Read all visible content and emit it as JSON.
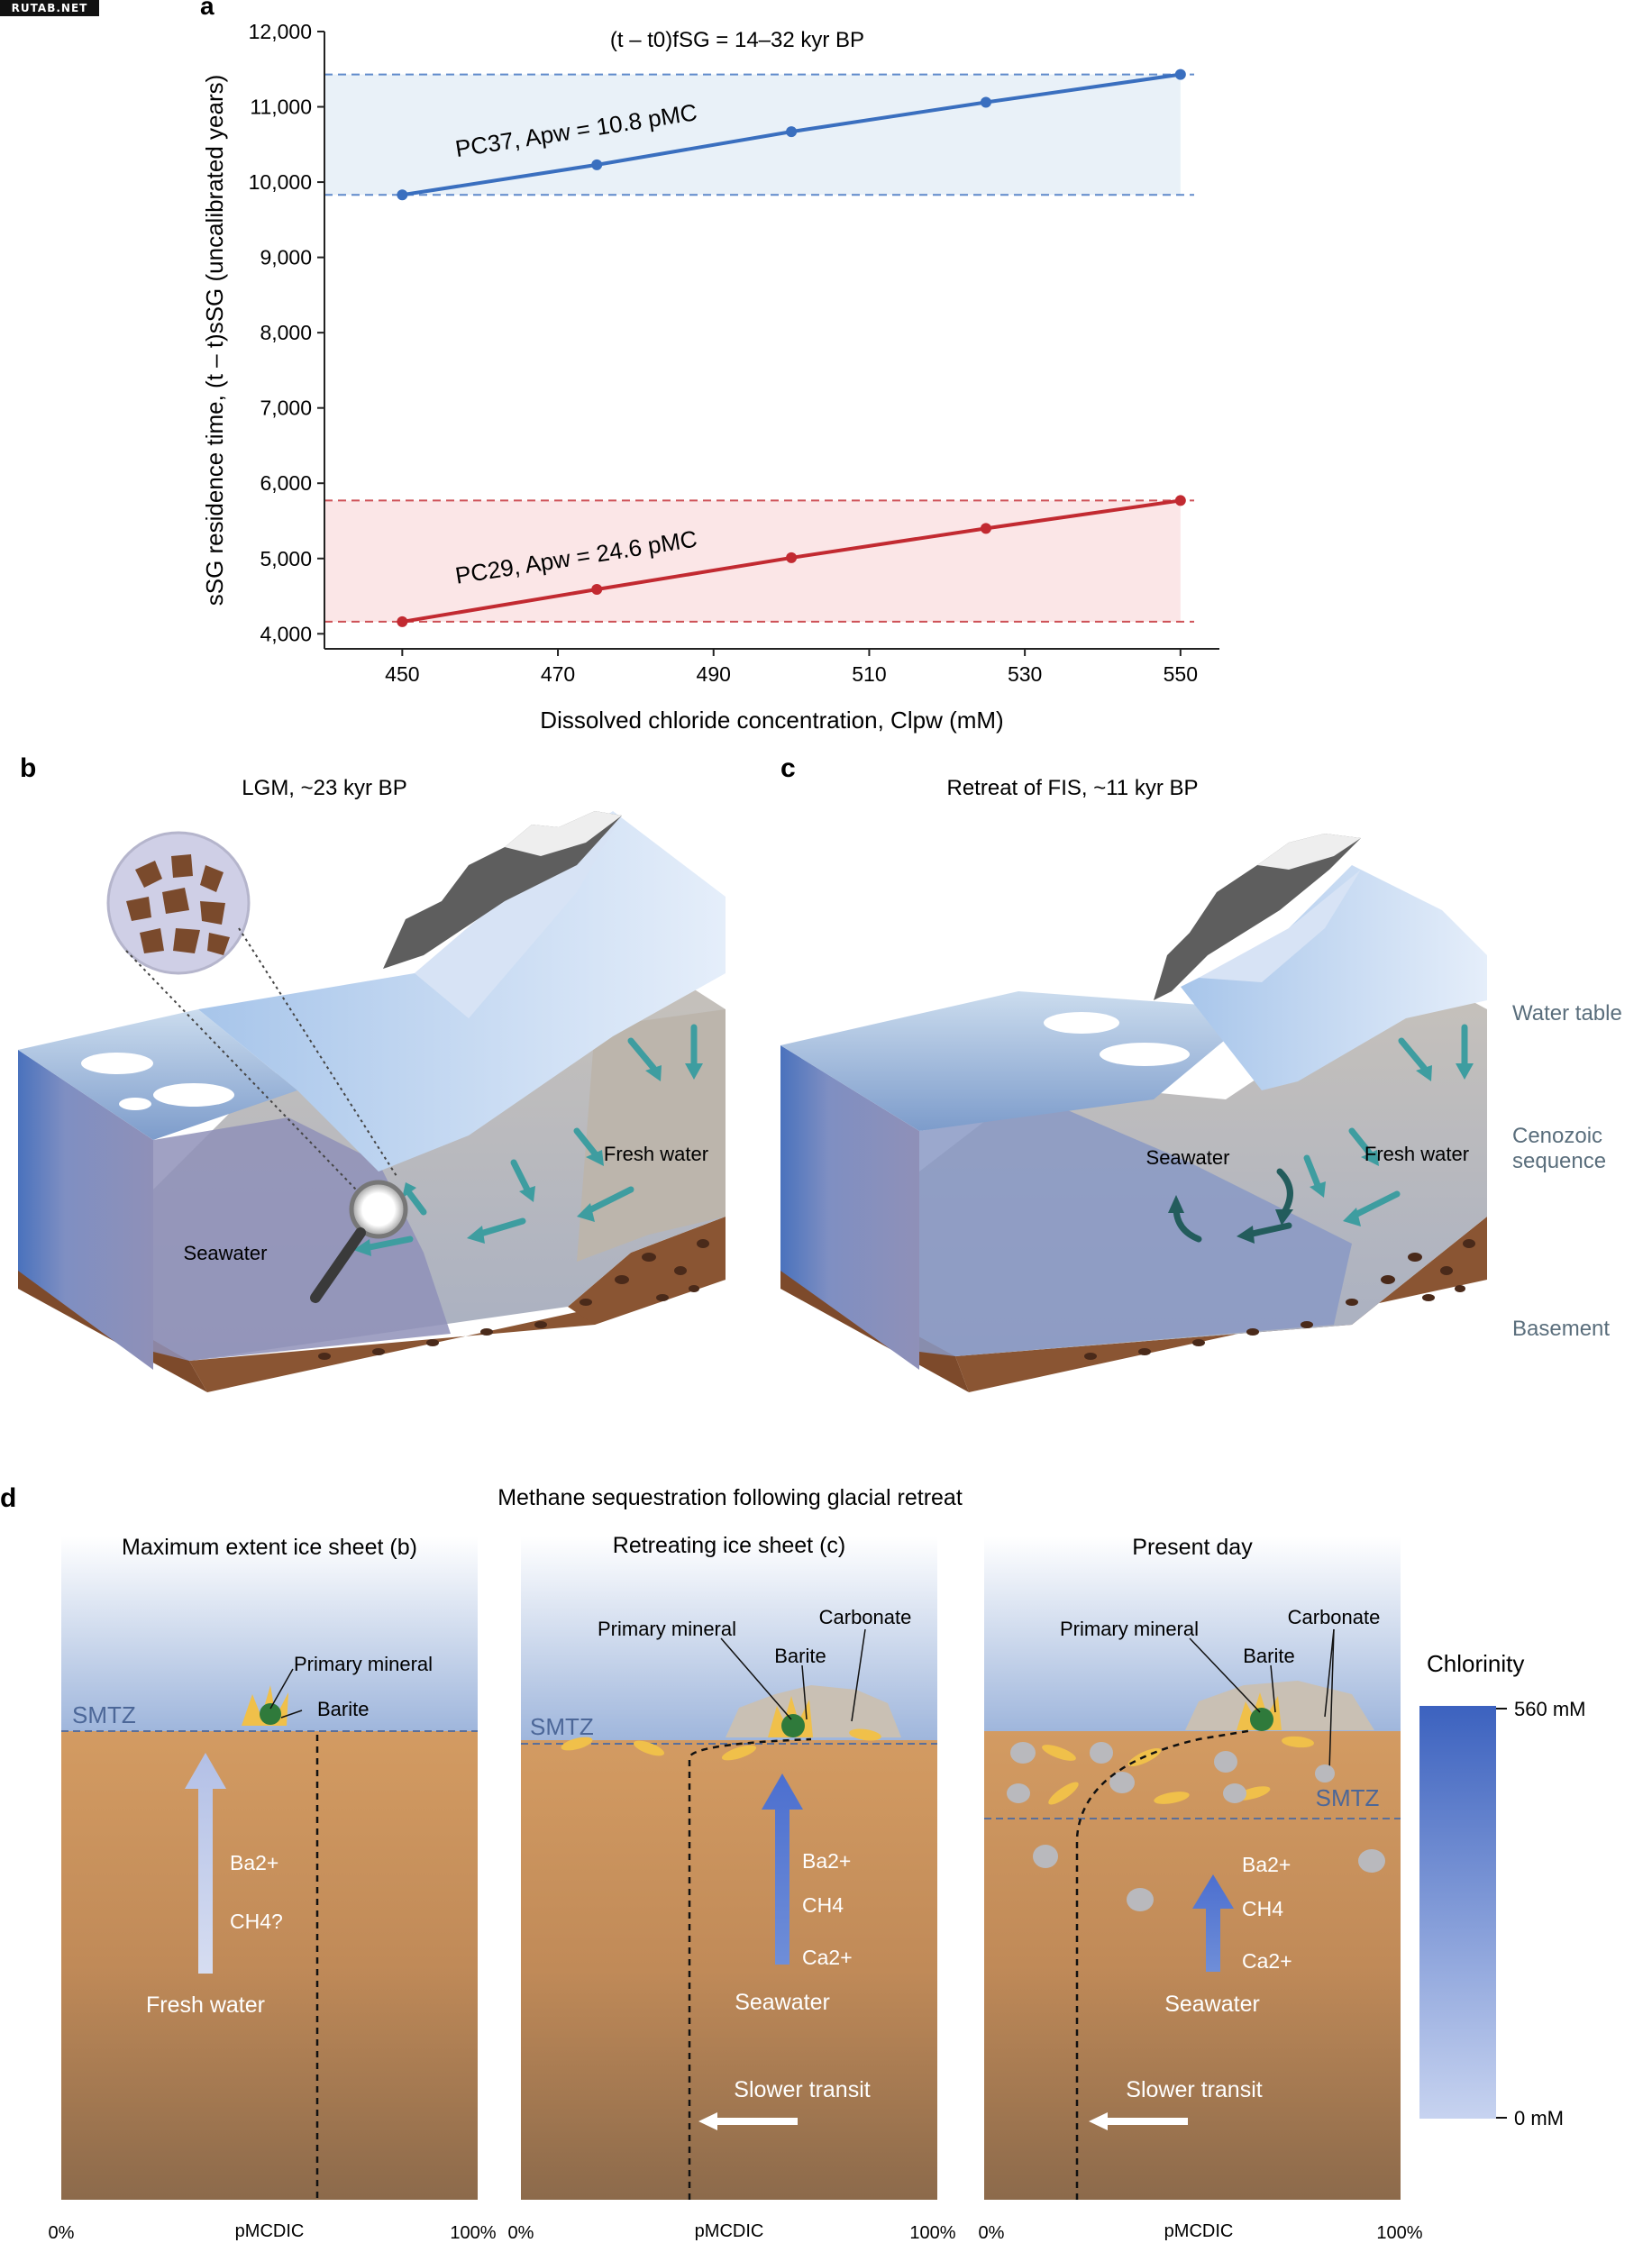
{
  "watermark": "RUTAB.NET",
  "panel_a": {
    "label": "a",
    "top_note": "(t – t0)fSG = 14–32 kyr BP",
    "chart_data": {
      "type": "line",
      "xlabel": "Dissolved chloride concentration, Clpw (mM)",
      "ylabel": "sSG residence time, (t – t)sSG (uncalibrated years)",
      "xlim": [
        440,
        555
      ],
      "ylim": [
        3800,
        12000
      ],
      "xticks": [
        450,
        470,
        490,
        510,
        530,
        550
      ],
      "yticks": [
        4000,
        5000,
        6000,
        7000,
        8000,
        9000,
        10000,
        11000,
        12000
      ],
      "ytick_labels": [
        "4,000",
        "5,000",
        "6,000",
        "7,000",
        "8,000",
        "9,000",
        "10,000",
        "11,000",
        "12,000"
      ],
      "grid": false,
      "series": [
        {
          "name": "PC37, Apw = 10.8 pMC",
          "color": "#3a6fbf",
          "band": "#e9f1f8",
          "x": [
            450,
            475,
            500,
            525,
            550
          ],
          "y": [
            9830,
            10230,
            10670,
            11060,
            11430
          ],
          "band_range": [
            9830,
            11430
          ]
        },
        {
          "name": "PC29, Apw = 24.6 pMC",
          "color": "#c22a31",
          "band": "#fbe6e7",
          "x": [
            450,
            475,
            500,
            525,
            550
          ],
          "y": [
            4160,
            4590,
            5010,
            5400,
            5770
          ],
          "band_range": [
            4160,
            5770
          ]
        }
      ]
    }
  },
  "panel_b": {
    "label": "b",
    "title": "LGM, ~23 kyr BP",
    "seawater": "Seawater",
    "fresh": "Fresh water"
  },
  "panel_c": {
    "label": "c",
    "title": "Retreat of FIS, ~11 kyr BP",
    "seawater": "Seawater",
    "fresh": "Fresh water"
  },
  "side_labels": {
    "water_table": "Water table",
    "cenozoic": "Cenozoic sequence",
    "basement": "Basement"
  },
  "panel_d": {
    "label": "d",
    "title": "Methane sequestration following glacial retreat",
    "sub1": "Maximum extent ice sheet (b)",
    "sub2": "Retreating ice sheet (c)",
    "sub3": "Present day",
    "primary_mineral": "Primary mineral",
    "barite": "Barite",
    "carbonate": "Carbonate",
    "smtz": "SMTZ",
    "ba": "Ba2+",
    "ch4q": "CH4?",
    "ch4": "CH4",
    "ca": "Ca2+",
    "fresh_water": "Fresh water",
    "seawater": "Seawater",
    "slower": "Slower transit",
    "axis_0": "0%",
    "axis_100": "100%",
    "axis_mid": "pMCDIC",
    "chlorinity": "Chlorinity",
    "cl_top": "560 mM",
    "cl_bottom": "0 mM"
  }
}
